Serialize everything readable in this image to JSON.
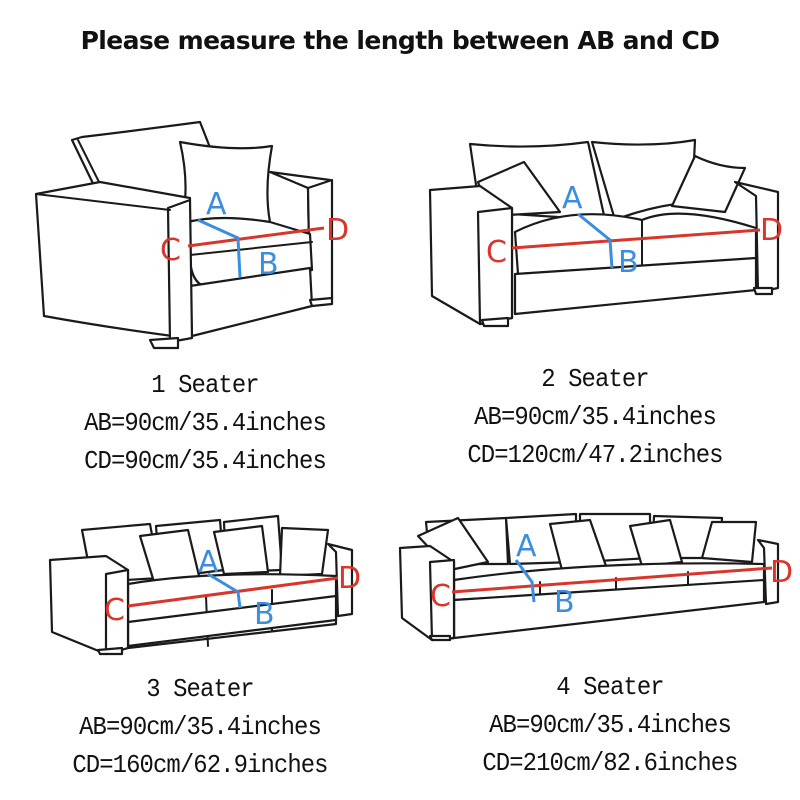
{
  "title": "Please measure the length between AB and CD",
  "colors": {
    "cd_line": "#d9362b",
    "ab_line": "#3a8ee0",
    "outline": "#1a1a1a",
    "background": "#ffffff"
  },
  "point_labels": {
    "a": "A",
    "b": "B",
    "c": "C",
    "d": "D"
  },
  "sizes": [
    {
      "name": "1 Seater",
      "ab": "AB=90cm/35.4inches",
      "cd": "CD=90cm/35.4inches"
    },
    {
      "name": "2 Seater",
      "ab": "AB=90cm/35.4inches",
      "cd": "CD=120cm/47.2inches"
    },
    {
      "name": "3 Seater",
      "ab": "AB=90cm/35.4inches",
      "cd": "CD=160cm/62.9inches"
    },
    {
      "name": "4 Seater",
      "ab": "AB=90cm/35.4inches",
      "cd": "CD=210cm/82.6inches"
    }
  ]
}
